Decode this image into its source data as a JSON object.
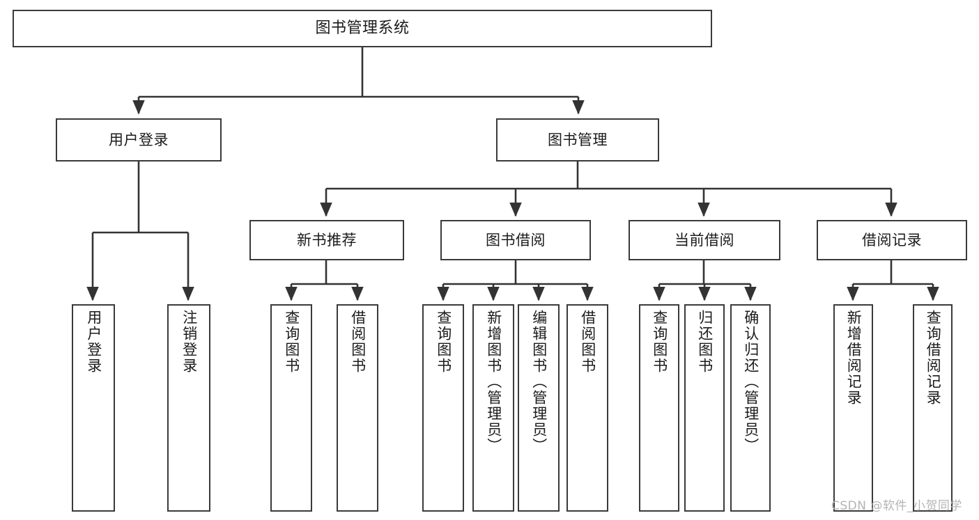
{
  "diagram": {
    "title": "图书管理系统",
    "type": "tree-hierarchy",
    "watermark": "CSDN @软件_小贺同学",
    "colors": {
      "box_border": "#3a3a3a",
      "edge": "#333333",
      "background": "#ffffff",
      "text": "#1b1b1b",
      "watermark": "#b4b4b4"
    },
    "nodes": {
      "root": {
        "label": "图书管理系统",
        "orientation": "horizontal"
      },
      "level1": [
        {
          "id": "user-login",
          "label": "用户登录",
          "orientation": "horizontal"
        },
        {
          "id": "book-manage",
          "label": "图书管理",
          "orientation": "horizontal"
        }
      ],
      "level2": [
        {
          "id": "new-book-recommend",
          "label": "新书推荐",
          "orientation": "horizontal"
        },
        {
          "id": "book-borrow",
          "label": "图书借阅",
          "orientation": "horizontal"
        },
        {
          "id": "current-borrow",
          "label": "当前借阅",
          "orientation": "horizontal"
        },
        {
          "id": "borrow-record",
          "label": "借阅记录",
          "orientation": "horizontal"
        }
      ],
      "leaves": {
        "user-login": [
          {
            "id": "leaf-user-login",
            "label": "用户登录",
            "orientation": "vertical"
          },
          {
            "id": "leaf-logout",
            "label": "注销登录",
            "orientation": "vertical"
          }
        ],
        "new-book-recommend": [
          {
            "id": "leaf-query-book-1",
            "label": "查询图书",
            "orientation": "vertical"
          },
          {
            "id": "leaf-borrow-book-1",
            "label": "借阅图书",
            "orientation": "vertical"
          }
        ],
        "book-borrow": [
          {
            "id": "leaf-query-book-2",
            "label": "查询图书",
            "orientation": "vertical"
          },
          {
            "id": "leaf-add-book",
            "label": "新增图书（管理员）",
            "orientation": "vertical"
          },
          {
            "id": "leaf-edit-book",
            "label": "编辑图书（管理员）",
            "orientation": "vertical"
          },
          {
            "id": "leaf-borrow-book-2",
            "label": "借阅图书",
            "orientation": "vertical"
          }
        ],
        "current-borrow": [
          {
            "id": "leaf-query-book-3",
            "label": "查询图书",
            "orientation": "vertical"
          },
          {
            "id": "leaf-return-book",
            "label": "归还图书",
            "orientation": "vertical"
          },
          {
            "id": "leaf-confirm-return",
            "label": "确认归还（管理员）",
            "orientation": "vertical"
          }
        ],
        "borrow-record": [
          {
            "id": "leaf-add-record",
            "label": "新增借阅记录",
            "orientation": "vertical"
          },
          {
            "id": "leaf-query-record",
            "label": "查询借阅记录",
            "orientation": "vertical"
          }
        ]
      }
    }
  }
}
